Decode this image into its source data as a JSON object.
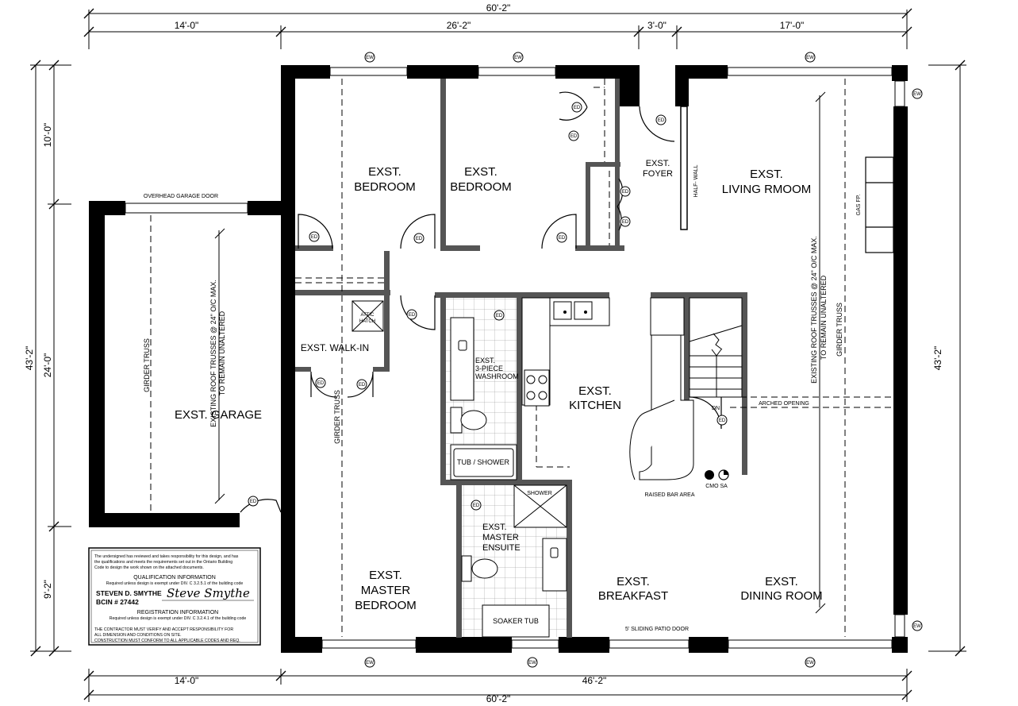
{
  "dimensions": {
    "top_total": "60'-2\"",
    "top_seg1": "14'-0\"",
    "top_seg2": "26'-2\"",
    "top_seg3": "3'-0\"",
    "top_seg4": "17'-0\"",
    "bottom_seg1": "14'-0\"",
    "bottom_seg2": "46'-2\"",
    "bottom_total": "60'-2\"",
    "left_total": "43'-2\"",
    "left_seg1": "10'-0\"",
    "left_seg2": "24'-0\"",
    "left_seg3": "9'-2\"",
    "right_total": "43'-2\""
  },
  "rooms": {
    "bedroom1": [
      "EXST.",
      "BEDROOM"
    ],
    "bedroom2": [
      "EXST.",
      "BEDROOM"
    ],
    "foyer": [
      "EXST.",
      "FOYER"
    ],
    "living": [
      "EXST.",
      "LIVING RMOOM"
    ],
    "garage": "EXST.  GARAGE",
    "walkin": "EXST. WALK-IN",
    "washroom": [
      "EXST.",
      "3-PIECE",
      "WASHROOM"
    ],
    "kitchen": [
      "EXST.",
      "KITCHEN"
    ],
    "ensuite": [
      "EXST.",
      "MASTER",
      "ENSUITE"
    ],
    "master": [
      "EXST.",
      "MASTER",
      "BEDROOM"
    ],
    "breakfast": [
      "EXST.",
      "BREAKFAST"
    ],
    "dining": [
      "EXST.",
      "DINING ROOM"
    ]
  },
  "labels": {
    "overhead_door": "OVERHEAD GARAGE DOOR",
    "girder_truss": "GIRDER TRUSS",
    "trusses_garage_line1": "EXISTING ROOF TRUSSES @ 24\" O/C MAX.",
    "trusses_garage_line2": "TO REMAIN UNALTERED",
    "trusses_living_line1": "EXISTING ROOF TRUSSES @ 24\" O/C MAX.",
    "trusses_living_line2": "TO REMAIN UNALTERED",
    "attic_hatch": [
      "ATTIC",
      "HATCH"
    ],
    "tub_shower": "TUB / SHOWER",
    "shower": "SHOWER",
    "soaker_tub": "SOAKER TUB",
    "half_wall": "HALF- WALL",
    "gas_fp": "GAS FP.",
    "arched_opening": "ARCHED OPENING",
    "dn": "DN",
    "cmo_sa": "CMO SA",
    "raised_bar": "RAISED BAR AREA",
    "patio_door": "5' SLIDING PATIO DOOR",
    "ew": "EW",
    "ed": "ED"
  },
  "card": {
    "intro": [
      "The undersigned has reviewed and takes responsibility for this design, and has",
      "the qualifications and meets the requirements set out in the Ontario Building",
      "Code to design the work shown on the attached documents."
    ],
    "qual_title": "QUALIFICATION  INFORMATION",
    "qual_text": "Required unless design is exempt under DIV. C 3.2.5.1 of the building code",
    "name": "STEVEN D. SMYTHE",
    "bcin": "BCIN # 27442",
    "signature": "Steve Smythe",
    "reg_title": "REGISTRATION  INFORMATION",
    "reg_text": "Required unless design is exempt under DIV. C 3.2.4.1 of the building code",
    "footer": [
      "THE CONTRACTOR MUST VERIFY AND ACCEPT RESPONSIBILITY FOR",
      "ALL DIMENSION AND CONDITIONS ON SITE.",
      "CONSTRUCTION MUST CONFORM TO ALL APPLICABLE CODES AND REQ."
    ]
  }
}
